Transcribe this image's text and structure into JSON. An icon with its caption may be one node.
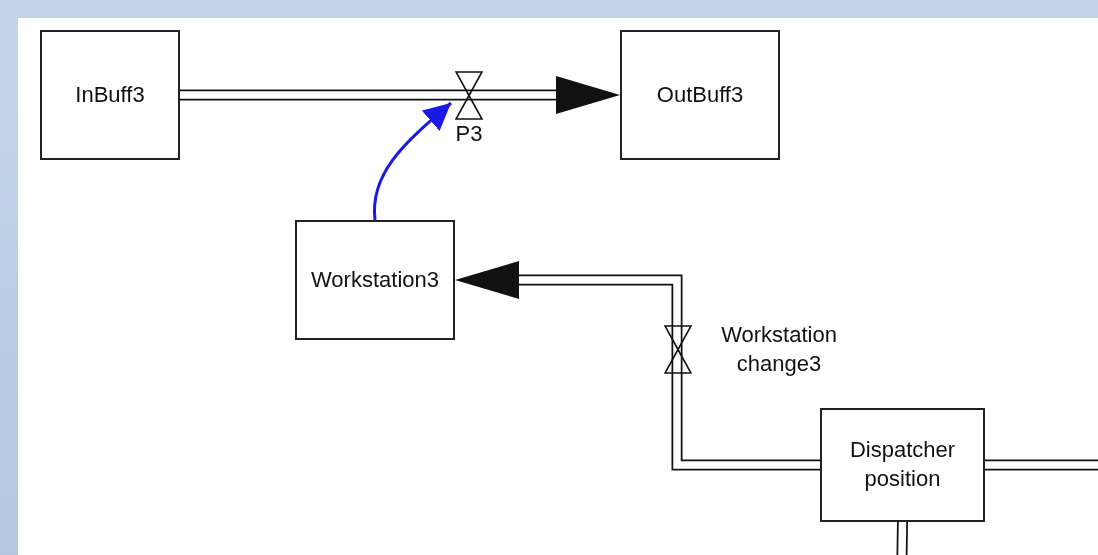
{
  "diagram": {
    "nodes": [
      {
        "text": [
          "InBuff3"
        ]
      },
      {
        "text": [
          "P3"
        ]
      },
      {
        "text": [
          "OutBuff3"
        ]
      },
      {
        "text": [
          "Workstation3"
        ]
      },
      {
        "text": [
          "Workstation change3"
        ]
      },
      {
        "text": [
          "Dispatcher position"
        ]
      }
    ],
    "edges": [
      {
        "from": 0,
        "to": 1,
        "arrow": "none"
      },
      {
        "from": 1,
        "to": 2,
        "arrow": "to"
      },
      {
        "from": 3,
        "to": 1,
        "arrow": "to",
        "color": "#1a1ae6"
      },
      {
        "from": 5,
        "to": 4,
        "arrow": "none"
      },
      {
        "from": 4,
        "to": 3,
        "arrow": "to"
      },
      {
        "from": 5,
        "to": null,
        "arrow": "none"
      },
      {
        "from": 5,
        "to": null,
        "arrow": "none"
      }
    ]
  }
}
